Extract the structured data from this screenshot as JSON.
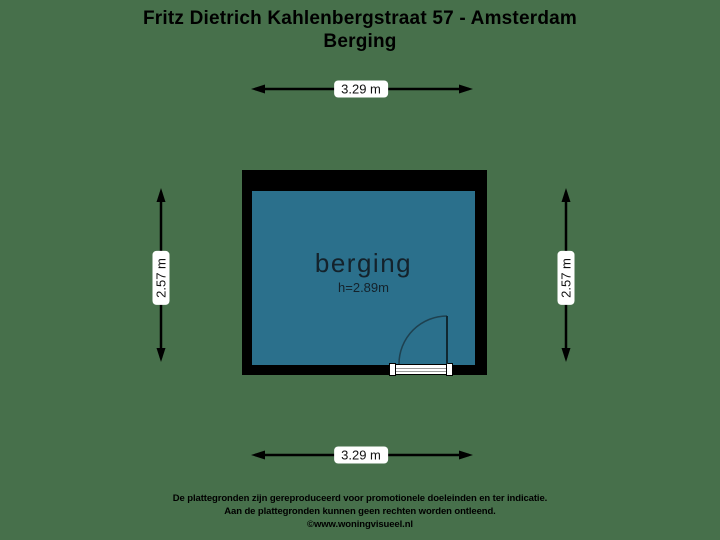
{
  "page": {
    "background_color": "#47704B"
  },
  "header": {
    "title_line1": "Fritz Dietrich Kahlenbergstraat 57 - Amsterdam",
    "title_line2": "Berging"
  },
  "floorplan": {
    "room_label": "berging",
    "room_height_label": "h=2.89m",
    "room_fill_color": "#2B708C",
    "wall_color": "#000000",
    "dimensions": {
      "top": "3.29 m",
      "bottom": "3.29 m",
      "left": "2.57 m",
      "right": "2.57 m"
    }
  },
  "footer": {
    "line1": "De plattegronden zijn gereproduceerd voor promotionele doeleinden en ter indicatie.",
    "line2": "Aan de plattegronden kunnen geen rechten worden ontleend.",
    "line3": "©www.woningvisueel.nl"
  }
}
